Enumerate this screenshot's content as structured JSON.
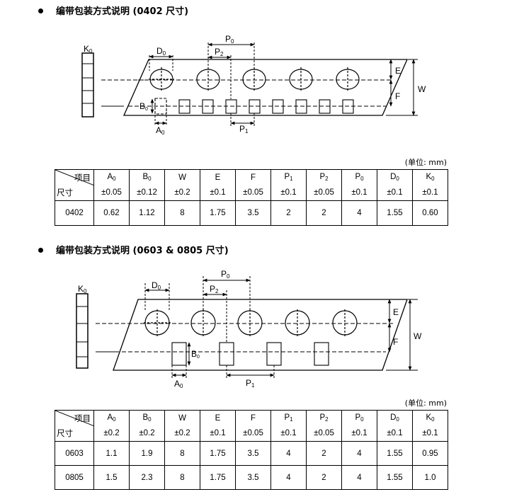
{
  "section1": {
    "title": "编带包装方式说明  (0402 尺寸)",
    "labels": {
      "K0": "K",
      "D0": "D",
      "P0": "P",
      "P2": "P",
      "B0": "B",
      "A0": "A",
      "P1": "P",
      "E": "E",
      "F": "F",
      "W": "W"
    },
    "unit_note": "(单位: mm)",
    "table": {
      "corner_top": "项目",
      "corner_bottom": "尺寸",
      "headers": [
        {
          "base": "A",
          "sub": "0"
        },
        {
          "base": "B",
          "sub": "0"
        },
        {
          "base": "W",
          "sub": ""
        },
        {
          "base": "E",
          "sub": ""
        },
        {
          "base": "F",
          "sub": ""
        },
        {
          "base": "P",
          "sub": "1"
        },
        {
          "base": "P",
          "sub": "2"
        },
        {
          "base": "P",
          "sub": "0"
        },
        {
          "base": "D",
          "sub": "0"
        },
        {
          "base": "K",
          "sub": "0"
        }
      ],
      "tolerances": [
        "±0.05",
        "±0.12",
        "±0.2",
        "±0.1",
        "±0.05",
        "±0.1",
        "±0.05",
        "±0.1",
        "±0.1",
        "±0.1"
      ],
      "rows": [
        {
          "size": "0402",
          "values": [
            "0.62",
            "1.12",
            "8",
            "1.75",
            "3.5",
            "2",
            "2",
            "4",
            "1.55",
            "0.60"
          ]
        }
      ]
    }
  },
  "section2": {
    "title": "编带包装方式说明  (0603 & 0805 尺寸)",
    "labels": {
      "K0": "K",
      "D0": "D",
      "P0": "P",
      "P2": "P",
      "B0": "B",
      "A0": "A",
      "P1": "P",
      "E": "E",
      "F": "F",
      "W": "W"
    },
    "unit_note": "(单位: mm)",
    "table": {
      "corner_top": "项目",
      "corner_bottom": "尺寸",
      "headers": [
        {
          "base": "A",
          "sub": "0"
        },
        {
          "base": "B",
          "sub": "0"
        },
        {
          "base": "W",
          "sub": ""
        },
        {
          "base": "E",
          "sub": ""
        },
        {
          "base": "F",
          "sub": ""
        },
        {
          "base": "P",
          "sub": "1"
        },
        {
          "base": "P",
          "sub": "2"
        },
        {
          "base": "P",
          "sub": "0"
        },
        {
          "base": "D",
          "sub": "0"
        },
        {
          "base": "K",
          "sub": "0"
        }
      ],
      "tolerances": [
        "±0.2",
        "±0.2",
        "±0.2",
        "±0.1",
        "±0.05",
        "±0.1",
        "±0.05",
        "±0.1",
        "±0.1",
        "±0.1"
      ],
      "rows": [
        {
          "size": "0603",
          "values": [
            "1.1",
            "1.9",
            "8",
            "1.75",
            "3.5",
            "4",
            "2",
            "4",
            "1.55",
            "0.95"
          ]
        },
        {
          "size": "0805",
          "values": [
            "1.5",
            "2.3",
            "8",
            "1.75",
            "3.5",
            "4",
            "2",
            "4",
            "1.55",
            "1.0"
          ]
        }
      ]
    }
  }
}
